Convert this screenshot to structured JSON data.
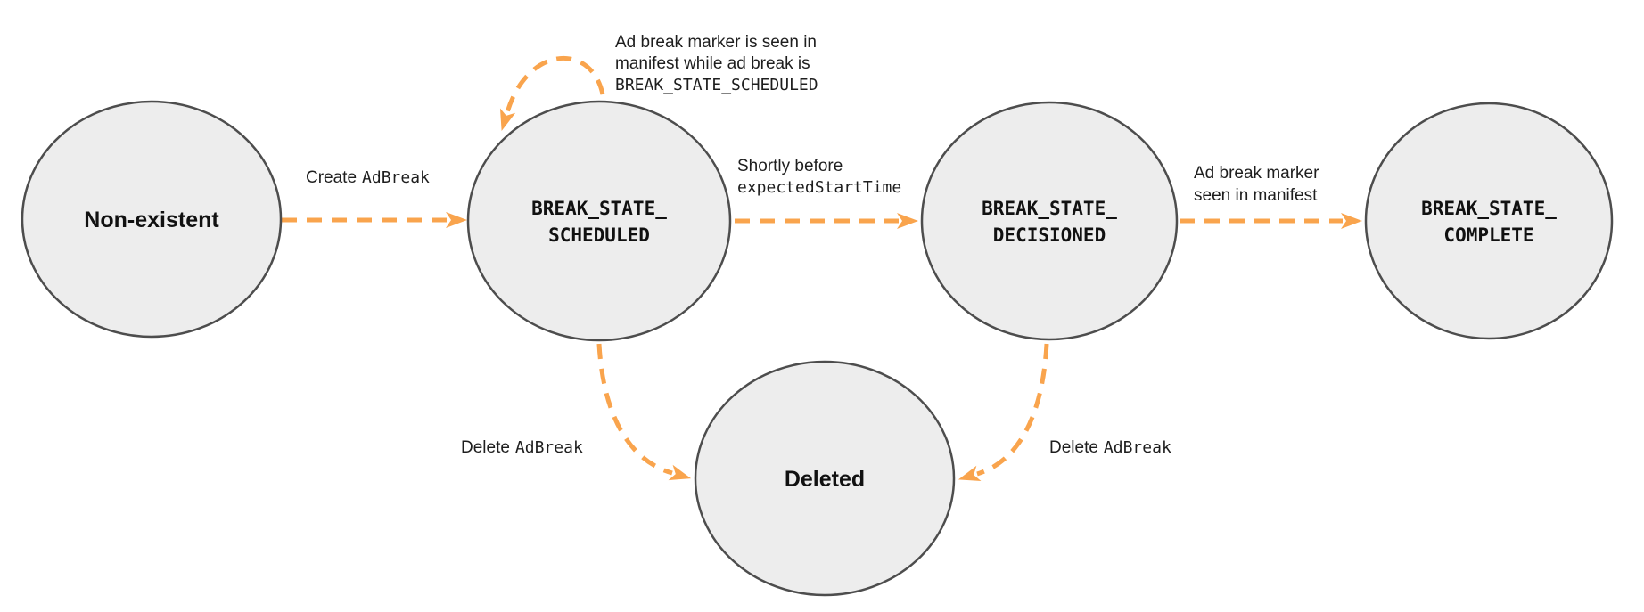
{
  "colors": {
    "arrow": "#F9A44D",
    "node_fill": "#EDEDED",
    "node_stroke": "#4D4D4D",
    "text": "#1E1E1E"
  },
  "nodes": {
    "non_existent": {
      "label": "Non-existent"
    },
    "scheduled": {
      "line1": "BREAK_STATE_",
      "line2": "SCHEDULED"
    },
    "decisioned": {
      "line1": "BREAK_STATE_",
      "line2": "DECISIONED"
    },
    "complete": {
      "line1": "BREAK_STATE_",
      "line2": "COMPLETE"
    },
    "deleted": {
      "label": "Deleted"
    }
  },
  "edges": {
    "create": {
      "prefix": "Create",
      "code": "AdBreak"
    },
    "self_loop": {
      "line1": "Ad break marker is seen in",
      "line2": "manifest while ad break is",
      "line3_code": "BREAK_STATE_SCHEDULED"
    },
    "to_decisioned": {
      "line1": "Shortly before",
      "line2_code": "expectedStartTime"
    },
    "to_complete": {
      "line1": "Ad break marker",
      "line2": "seen in manifest"
    },
    "delete_from_scheduled": {
      "prefix": "Delete",
      "code": "AdBreak"
    },
    "delete_from_decisioned": {
      "prefix": "Delete",
      "code": "AdBreak"
    }
  }
}
